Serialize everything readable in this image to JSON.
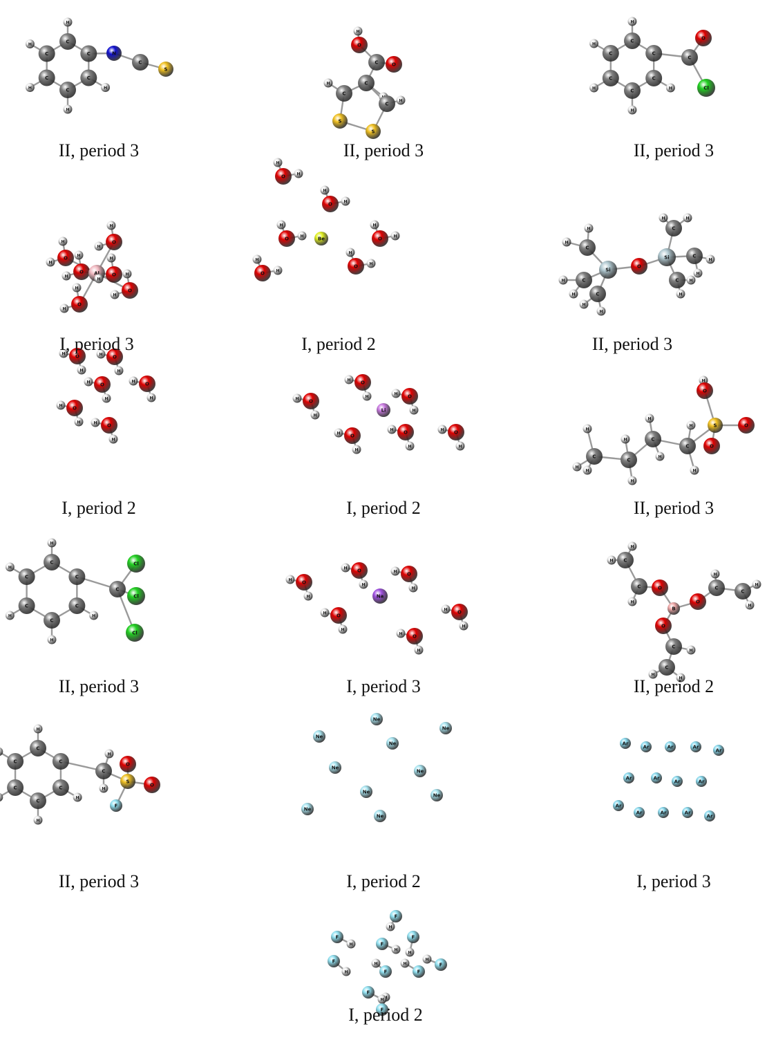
{
  "atom_colors": {
    "C": "#808080",
    "H": "#ececec",
    "O": "#e00000",
    "N": "#1010d0",
    "S": "#f0c020",
    "Cl": "#20d020",
    "F": "#90e0f0",
    "Al": "#f0b8c0",
    "Be": "#e0f020",
    "Si": "#b0c8d0",
    "Li": "#c878e0",
    "Na": "#a050e0",
    "B": "#f0a8a8",
    "Ne": "#a8e4f0",
    "Ar": "#88d8ec"
  },
  "panels": [
    {
      "caption": "II, period 3",
      "molecule": "phenyl isothiocyanate"
    },
    {
      "caption": "II, period 3",
      "molecule": "dithiolane carboxylic acid"
    },
    {
      "caption": "II, period 3",
      "molecule": "benzoyl chloride"
    },
    {
      "caption": "I, period 3",
      "molecule": "Al(H2O)6"
    },
    {
      "caption": "I, period 2",
      "molecule": "Be(H2O)n"
    },
    {
      "caption": "II, period 3",
      "molecule": "hexamethyldisiloxane"
    },
    {
      "caption": "I, period 2",
      "molecule": "water cluster"
    },
    {
      "caption": "I, period 2",
      "molecule": "Li(H2O)n"
    },
    {
      "caption": "II, period 3",
      "molecule": "butanesulfonic acid"
    },
    {
      "caption": "II, period 3",
      "molecule": "benzotrichloride"
    },
    {
      "caption": "I, period 3",
      "molecule": "Na(H2O)n"
    },
    {
      "caption": "II, period 2",
      "molecule": "triethyl borate"
    },
    {
      "caption": "II, period 3",
      "molecule": "phenylmethanesulfonyl fluoride"
    },
    {
      "caption": "I, period 2",
      "molecule": "neon cluster"
    },
    {
      "caption": "I, period 3",
      "molecule": "argon cluster"
    },
    {
      "caption": "I, period 2",
      "molecule": "HF cluster"
    }
  ]
}
